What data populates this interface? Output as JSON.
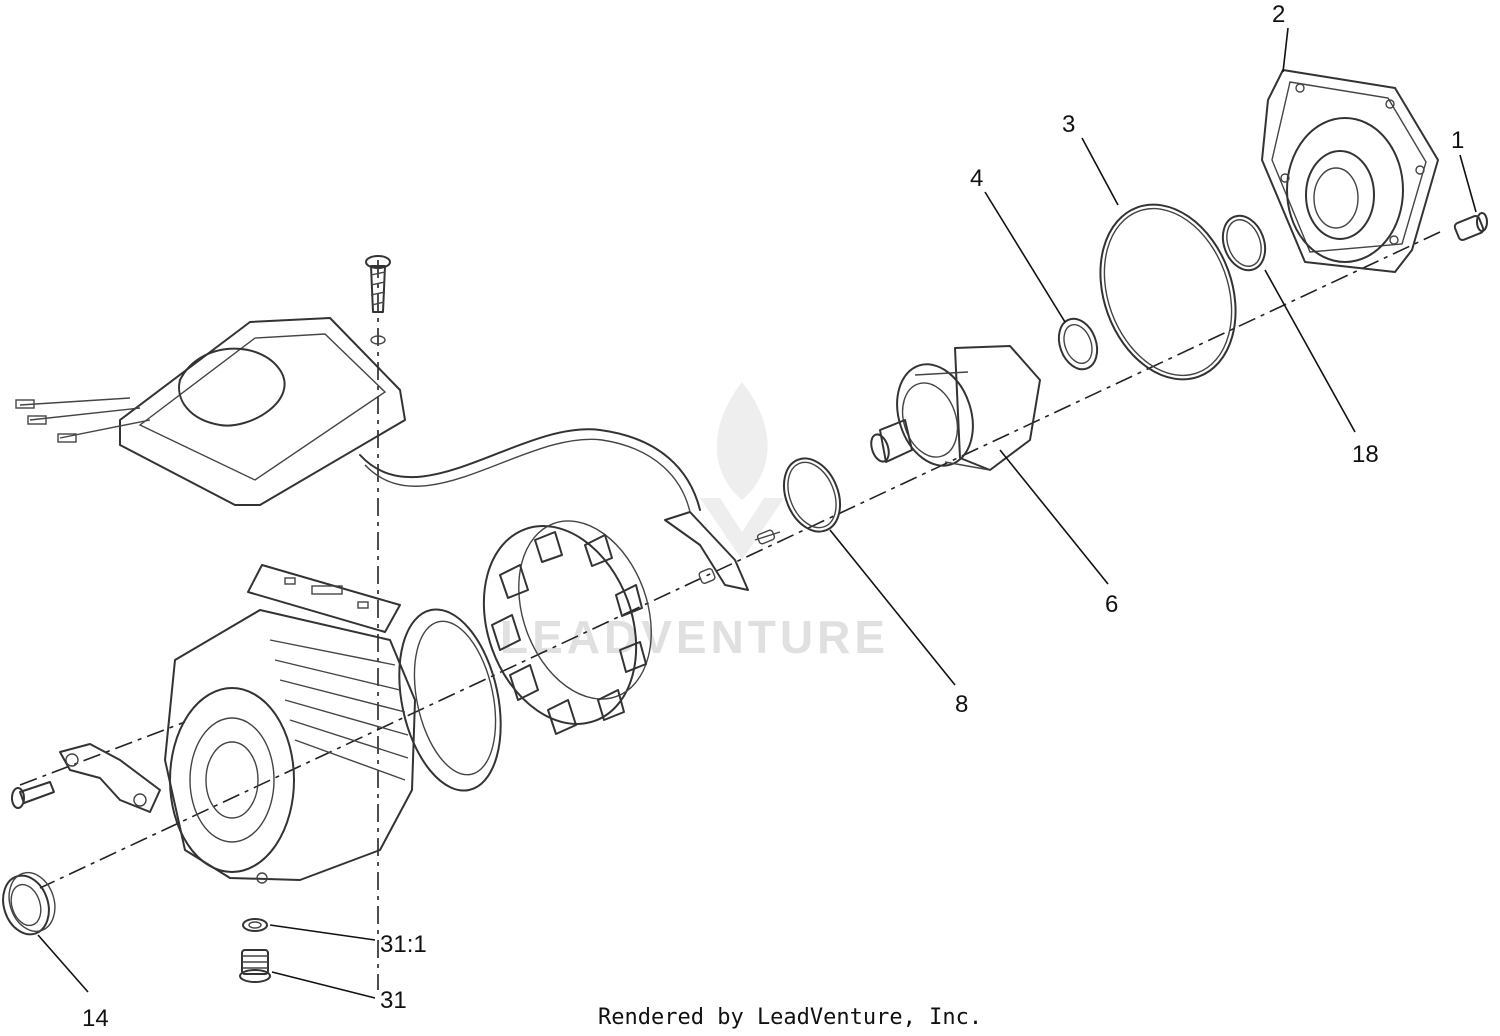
{
  "callouts": [
    {
      "id": "1",
      "text": "1"
    },
    {
      "id": "2",
      "text": "2"
    },
    {
      "id": "3",
      "text": "3"
    },
    {
      "id": "4",
      "text": "4"
    },
    {
      "id": "6",
      "text": "6"
    },
    {
      "id": "8",
      "text": "8"
    },
    {
      "id": "14",
      "text": "14"
    },
    {
      "id": "18",
      "text": "18"
    },
    {
      "id": "31_1",
      "text": "31:1"
    },
    {
      "id": "31",
      "text": "31"
    }
  ],
  "credit": "Rendered by LeadVenture, Inc.",
  "watermark": "LEADVENTURE"
}
